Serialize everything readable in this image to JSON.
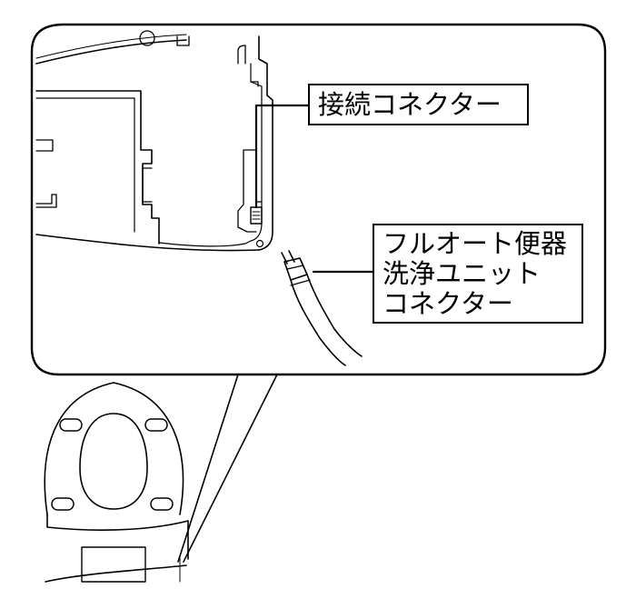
{
  "callouts": {
    "connection_connector": "接続コネクター",
    "unit_connector": {
      "line1": "フルオート便器",
      "line2": "洗浄ユニット",
      "line3": "コネクター"
    }
  }
}
